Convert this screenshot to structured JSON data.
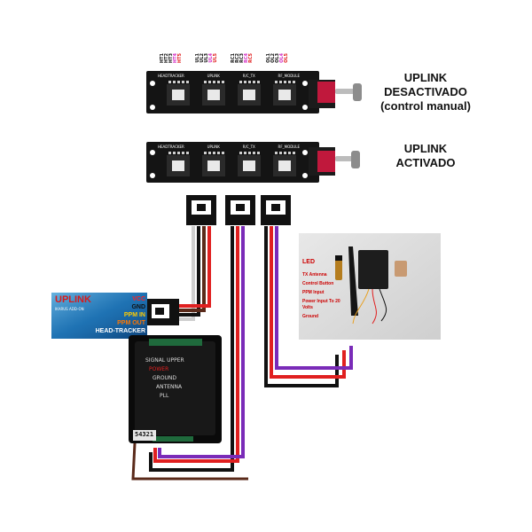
{
  "board_top": {
    "module_labels": [
      "HEADTRACKER",
      "UPLINK",
      "R/C_TX",
      "RF_MODULE"
    ],
    "pin_labels": [
      [
        "HT1",
        "HT2",
        "HT3",
        "HT4",
        "HT5"
      ],
      [
        "UL1",
        "UL2",
        "UL3",
        "UL4",
        "UL5"
      ],
      [
        "RC1",
        "RC2",
        "RC3",
        "RC4",
        "RC5"
      ],
      [
        "OL1",
        "OL2",
        "OL3",
        "OL4",
        "OL5"
      ]
    ],
    "caption": [
      "UPLINK",
      "DESACTIVADO",
      "(control manual)"
    ]
  },
  "board_bottom": {
    "module_labels": [
      "HEADTRACKER",
      "UPLINK",
      "R/C_TX",
      "RF_MODULE"
    ],
    "caption": [
      "UPLINK",
      "ACTIVADO"
    ]
  },
  "headtracker_card": {
    "logo": "UPLINK",
    "subtitle": "IKARUS ADD-ON",
    "pins": [
      {
        "text": "VCC",
        "color": "#ff2222"
      },
      {
        "text": "GND",
        "color": "#111111"
      },
      {
        "text": "PPM IN",
        "color": "#ffcc00"
      },
      {
        "text": "PPM OUT",
        "color": "#ff7700"
      },
      {
        "text": "HEAD-TRACKER",
        "color": "#ffffff"
      }
    ]
  },
  "uplink_module": {
    "labels": [
      "SIGNAL UPPER",
      "POWER",
      "GROUND",
      "ANTENNA",
      "PLL"
    ],
    "connector": "54321"
  },
  "tx_photo": {
    "labels": [
      {
        "text": "LED",
        "color": "#cc0000"
      },
      {
        "text": "TX Antenna",
        "color": "#cc0000"
      },
      {
        "text": "Control Button",
        "color": "#cc0000"
      },
      {
        "text": "PPM Input",
        "color": "#cc0000"
      },
      {
        "text": "Power Input To 20 Volts",
        "color": "#cc0000"
      },
      {
        "text": "Ground",
        "color": "#cc0000"
      }
    ]
  },
  "wire_colors": {
    "red": "#e02020",
    "black": "#111111",
    "purple": "#7a2bb8",
    "brown": "#5a2a1a",
    "white": "#cfcfcf"
  }
}
